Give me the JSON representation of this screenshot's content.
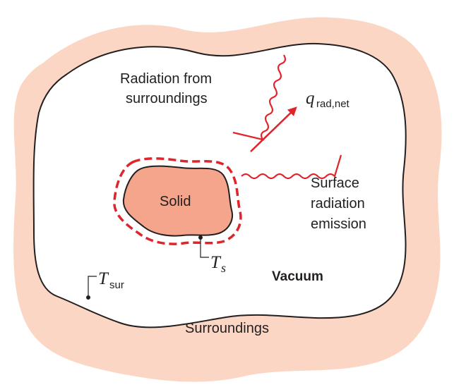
{
  "labels": {
    "radiation_from_line1": "Radiation from",
    "radiation_from_line2": "surroundings",
    "q_symbol": "q",
    "q_subscript": "rad,net",
    "surface_line1": "Surface",
    "surface_line2": "radiation",
    "surface_line3": "emission",
    "solid": "Solid",
    "ts_symbol": "T",
    "ts_subscript": "s",
    "tsur_symbol": "T",
    "tsur_subscript": "sur",
    "vacuum": "Vacuum",
    "surroundings": "Surroundings"
  },
  "colors": {
    "surroundings_fill": "#fbd6c4",
    "solid_fill": "#f4a58b",
    "red": "#e0242b",
    "outline": "#231f20"
  }
}
